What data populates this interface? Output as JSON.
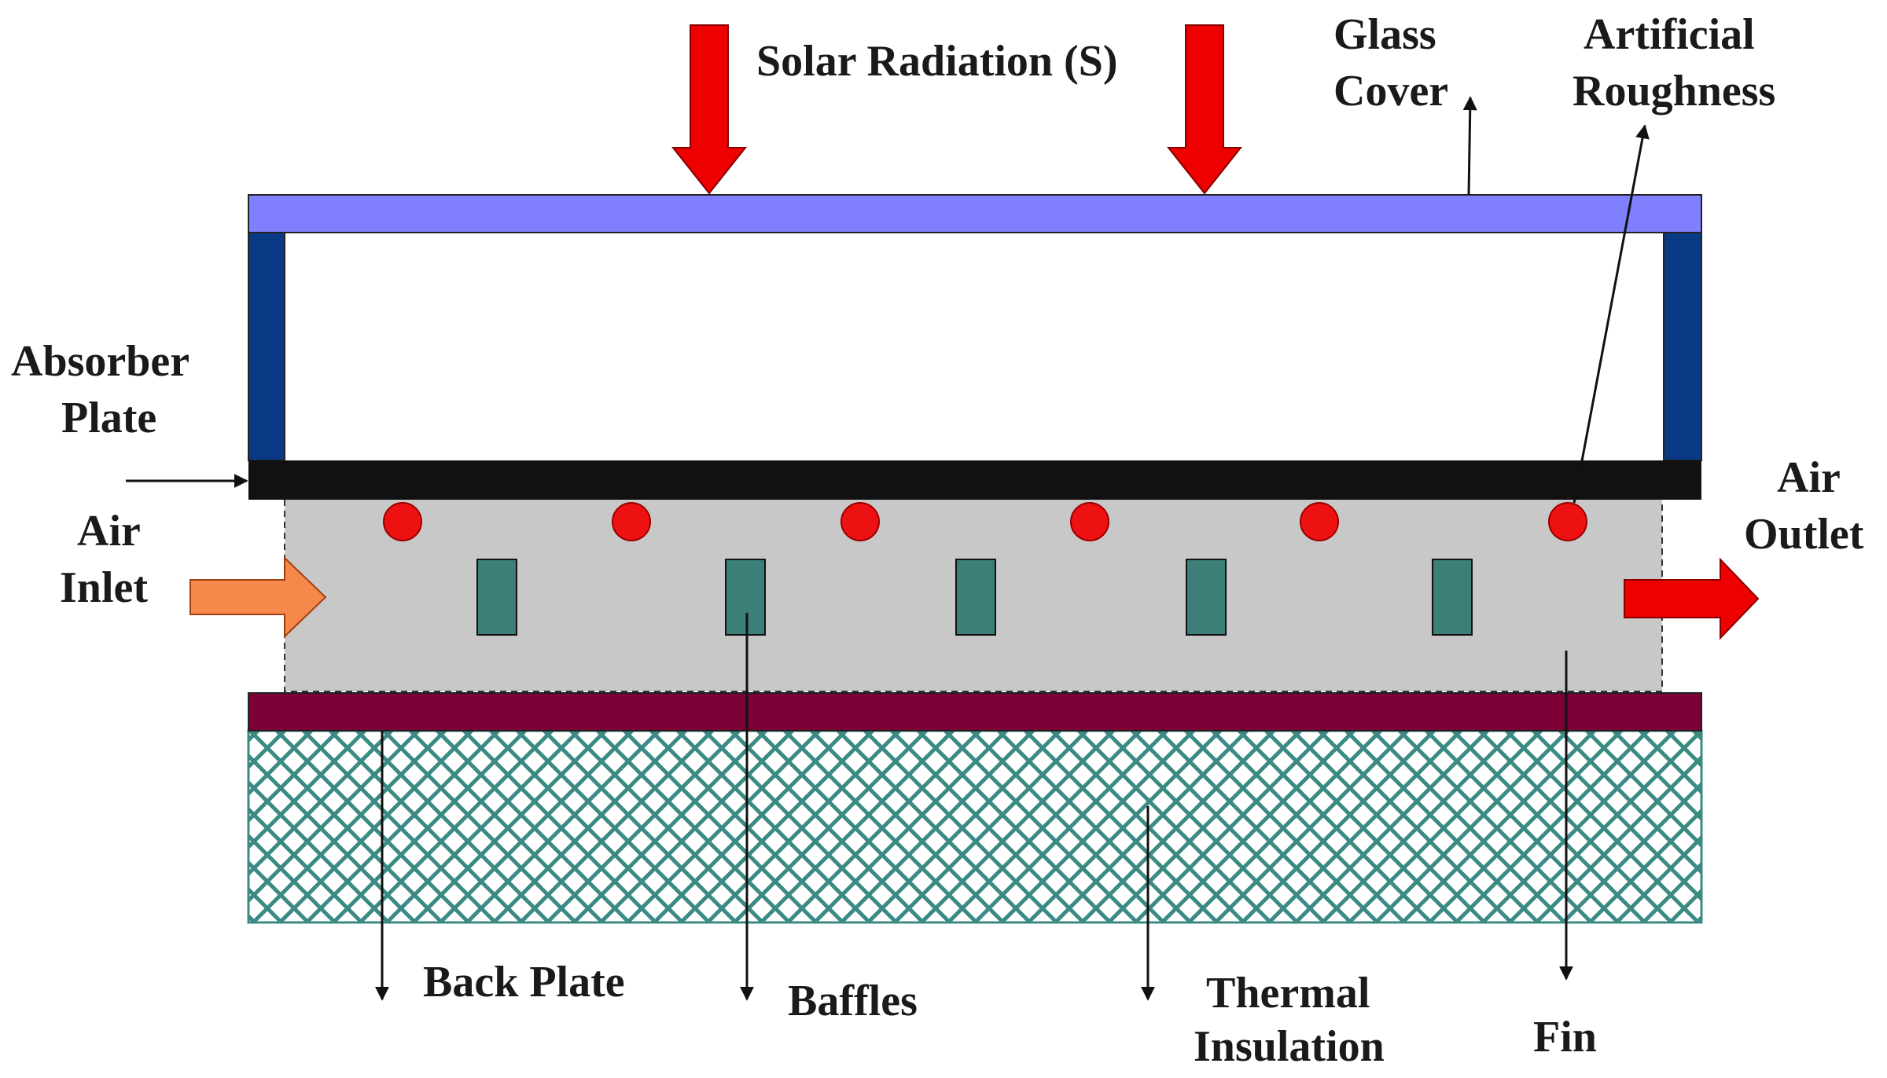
{
  "labels": {
    "solar_radiation": "Solar Radiation (S)",
    "glass_cover_line1": "Glass",
    "glass_cover_line2": "Cover",
    "artificial_roughness_line1": "Artificial",
    "artificial_roughness_line2": "Roughness",
    "absorber_plate_line1": "Absorber",
    "absorber_plate_line2": "Plate",
    "air_inlet_line1": "Air",
    "air_inlet_line2": "Inlet",
    "air_outlet_line1": "Air",
    "air_outlet_line2": "Outlet",
    "back_plate": "Back Plate",
    "baffles": "Baffles",
    "thermal_insulation_line1": "Thermal",
    "thermal_insulation_line2": "Insulation",
    "fin": "Fin"
  },
  "colors": {
    "glass_cover": "#8080ff",
    "side_wall": "#0a3a85",
    "absorber_plate": "#111111",
    "air_duct": "#c8c8c8",
    "roughness_element": "#ee1111",
    "baffle": "#3b7f78",
    "back_plate": "#7a0035",
    "insulation_hatch": "#3b8a84",
    "solar_arrow": "#ee0000",
    "inlet_arrow": "#f5884a",
    "outlet_arrow": "#ee0000"
  }
}
